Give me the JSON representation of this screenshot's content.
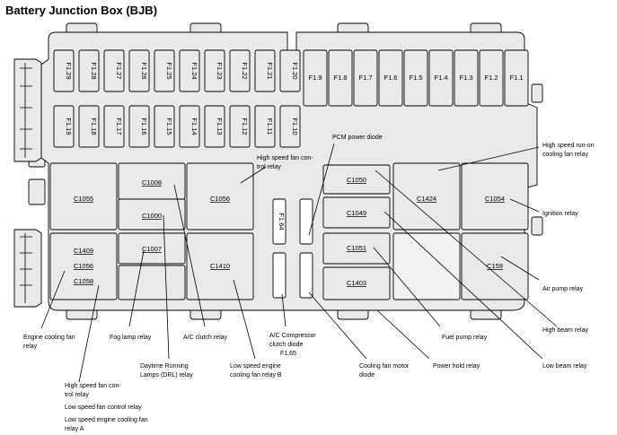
{
  "title": "Battery Junction Box (BJB)",
  "fuses": {
    "f129": "F1.29",
    "f128": "F1.28",
    "f127": "F1.27",
    "f126": "F1.26",
    "f125": "F1.25",
    "f124": "F1.24",
    "f123": "F1.23",
    "f122": "F1.22",
    "f121": "F1.21",
    "f120": "F1.20",
    "f119": "F1.19",
    "f118": "F1.18",
    "f117": "F1.17",
    "f116": "F1.16",
    "f115": "F1.15",
    "f114": "F1.14",
    "f113": "F1.13",
    "f112": "F1.12",
    "f111": "F1.11",
    "f110": "F1.10",
    "f19": "F1.9",
    "f18": "F1.8",
    "f17": "F1.7",
    "f16": "F1.6",
    "f15": "F1.5",
    "f14": "F1.4",
    "f13": "F1.3",
    "f12": "F1.2",
    "f11": "F1.1",
    "f164": "F1.64"
  },
  "relays": {
    "c1055": "C1055",
    "c1008": "C1008",
    "c1000": "C1000",
    "c1056a": "C1056",
    "c1409": "C1409",
    "c1056b": "C1056",
    "c1058": "C1058",
    "c1007": "C1007",
    "c1410": "C1410",
    "c1050": "C1050",
    "c1049": "C1049",
    "c1051": "C1051",
    "c1403": "C1403",
    "c1424": "C1424",
    "c1054": "C1054",
    "c159": "C159"
  },
  "callouts": {
    "pcm_diode": "PCM power diode",
    "hs_fan_relay_top": [
      "High speed fan con-",
      "trol relay"
    ],
    "hs_runon": [
      "High speed run-on",
      "cooling fan relay"
    ],
    "ignition": "Ignition relay",
    "air_pump": "Air pump relay",
    "high_beam": "High beam relay",
    "low_beam": "Low beam relay",
    "fuel_pump": "Fuel pump relay",
    "power_hold": "Power hold relay",
    "cooling_fan_diode": [
      "Cooling fan motor",
      "diode"
    ],
    "ac_comp_diode": [
      "A/C Compressor",
      "clutch diode",
      "F1.65"
    ],
    "ls_fan_b": [
      "Low speed engine",
      "cooling fan relay B"
    ],
    "drl": [
      "Daytime Running",
      "Lamps (DRL) relay"
    ],
    "ac_clutch": "A/C clutch relay",
    "fog_lamp": "Fog lamp relay",
    "engine_fan": [
      "Engine cooling fan",
      "relay"
    ],
    "hs_fan_relay_bottom": [
      "High speed fan con-",
      "trol relay"
    ],
    "ls_fan_control": "Low speed fan control relay",
    "ls_fan_a": [
      "Low speed engine cooling fan",
      "relay A"
    ]
  }
}
